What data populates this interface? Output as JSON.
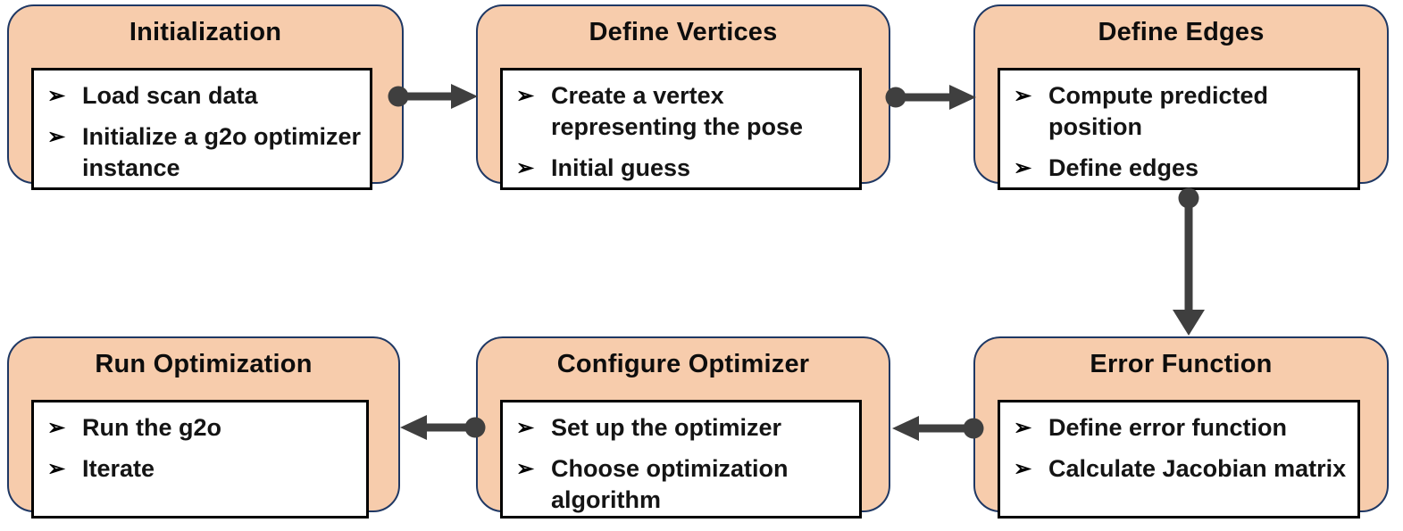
{
  "diagram": {
    "title": "g2o scan-matching optimization pipeline flowchart",
    "bullet_char": "➢",
    "colors": {
      "box_fill": "#F7CCAC",
      "box_border": "#1F3864",
      "panel_border": "#000000",
      "connector": "#3F3F3F",
      "text": "#141414"
    },
    "boxes": [
      {
        "title": "Initialization",
        "items": [
          "Load scan data",
          "Initialize a g2o optimizer instance"
        ]
      },
      {
        "title": "Define Vertices",
        "items": [
          "Create a vertex representing the pose",
          "Initial guess"
        ]
      },
      {
        "title": "Define Edges",
        "items": [
          "Compute predicted position",
          "Define edges"
        ]
      },
      {
        "title": "Error Function",
        "items": [
          "Define error  function",
          "Calculate Jacobian matrix"
        ]
      },
      {
        "title": "Configure Optimizer",
        "items": [
          "Set up the optimizer",
          "Choose optimization algorithm"
        ]
      },
      {
        "title": "Run Optimization",
        "items": [
          "Run the g2o",
          "Iterate"
        ]
      }
    ],
    "connections": [
      {
        "from": "Initialization",
        "to": "Define Vertices",
        "direction": "right"
      },
      {
        "from": "Define Vertices",
        "to": "Define Edges",
        "direction": "right"
      },
      {
        "from": "Define Edges",
        "to": "Error Function",
        "direction": "down"
      },
      {
        "from": "Error Function",
        "to": "Configure Optimizer",
        "direction": "left"
      },
      {
        "from": "Configure Optimizer",
        "to": "Run Optimization",
        "direction": "left"
      }
    ]
  }
}
